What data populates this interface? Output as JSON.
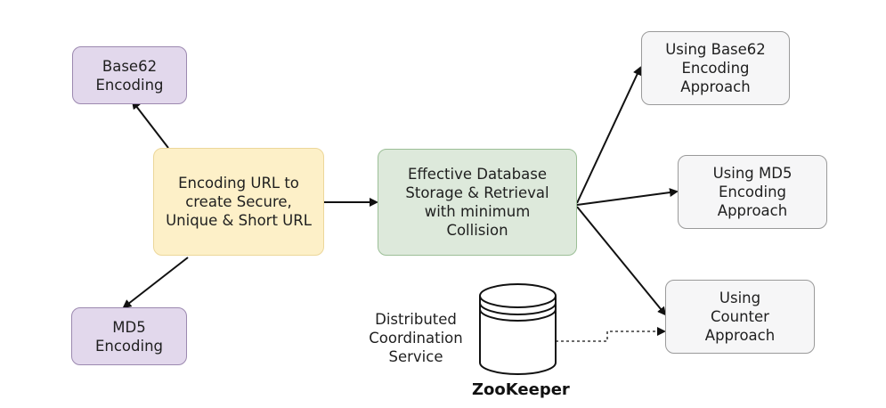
{
  "nodes": {
    "base62_encoding": "Base62\nEncoding",
    "md5_encoding": "MD5\nEncoding",
    "encoding_url": "Encoding URL to\ncreate Secure,\nUnique & Short URL",
    "effective_db": "Effective Database\nStorage & Retrieval\nwith minimum\nCollision",
    "using_base62": "Using Base62\nEncoding\nApproach",
    "using_md5": "Using MD5\nEncoding\nApproach",
    "using_counter": "Using\nCounter\nApproach"
  },
  "labels": {
    "distributed": "Distributed\nCoordination\nService",
    "zookeeper": "ZooKeeper"
  },
  "colors": {
    "purple_fill": "#e2d8ec",
    "yellow_fill": "#fdf0c8",
    "green_fill": "#dde9db",
    "gray_fill": "#f6f6f7",
    "arrow": "#111111"
  }
}
